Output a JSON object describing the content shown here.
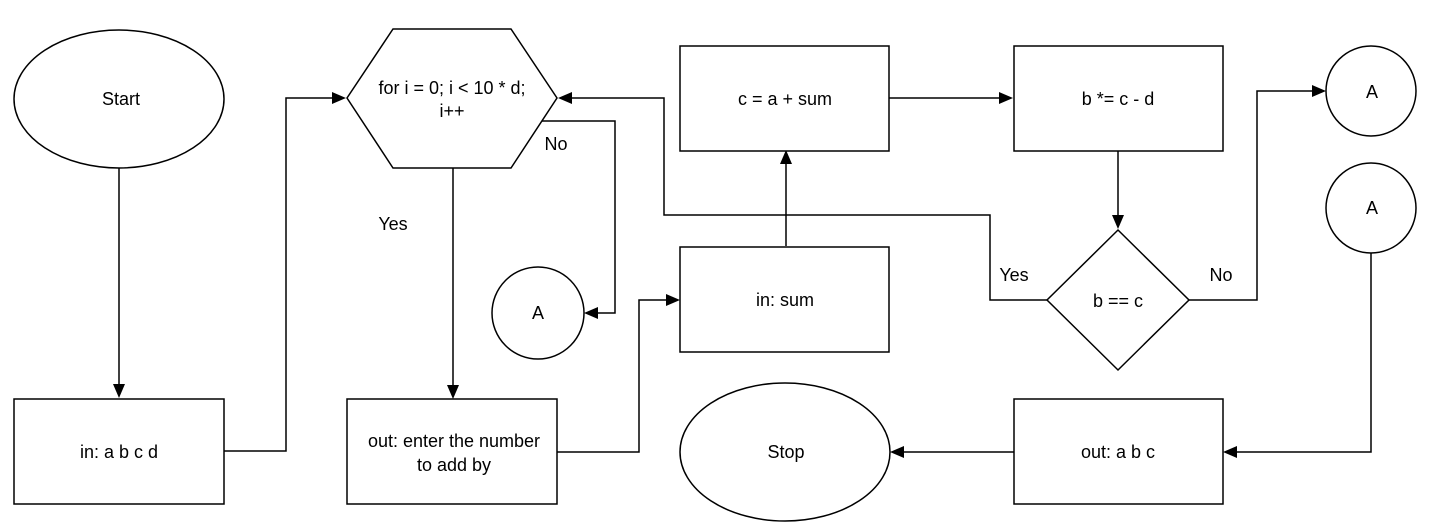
{
  "nodes": {
    "start": "Start",
    "input_abcd": "in: a b c d",
    "loop_line1": "for i = 0; i < 10 * d;",
    "loop_line2": "i++",
    "prompt_line1": "out: enter the number",
    "prompt_line2": "to add by",
    "connector_a_left": "A",
    "input_sum": "in: sum",
    "calc_c": "c = a + sum",
    "calc_b": "b *= c - d",
    "decision": "b == c",
    "connector_a_top": "A",
    "connector_a_mid": "A",
    "output_abc": "out: a b c",
    "stop": "Stop"
  },
  "edge_labels": {
    "loop_yes": "Yes",
    "loop_no": "No",
    "decision_yes": "Yes",
    "decision_no": "No"
  }
}
